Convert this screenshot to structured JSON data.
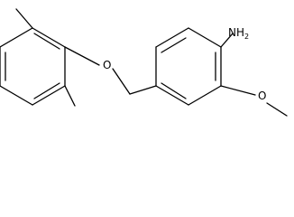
{
  "molecule": {
    "name": "",
    "atom_labels": {
      "amine": "NH",
      "amine_subscript": "2",
      "ether_oxygen": "O",
      "methoxy_oxygen": "O"
    },
    "bond_color": "#000000",
    "background": "#ffffff"
  }
}
